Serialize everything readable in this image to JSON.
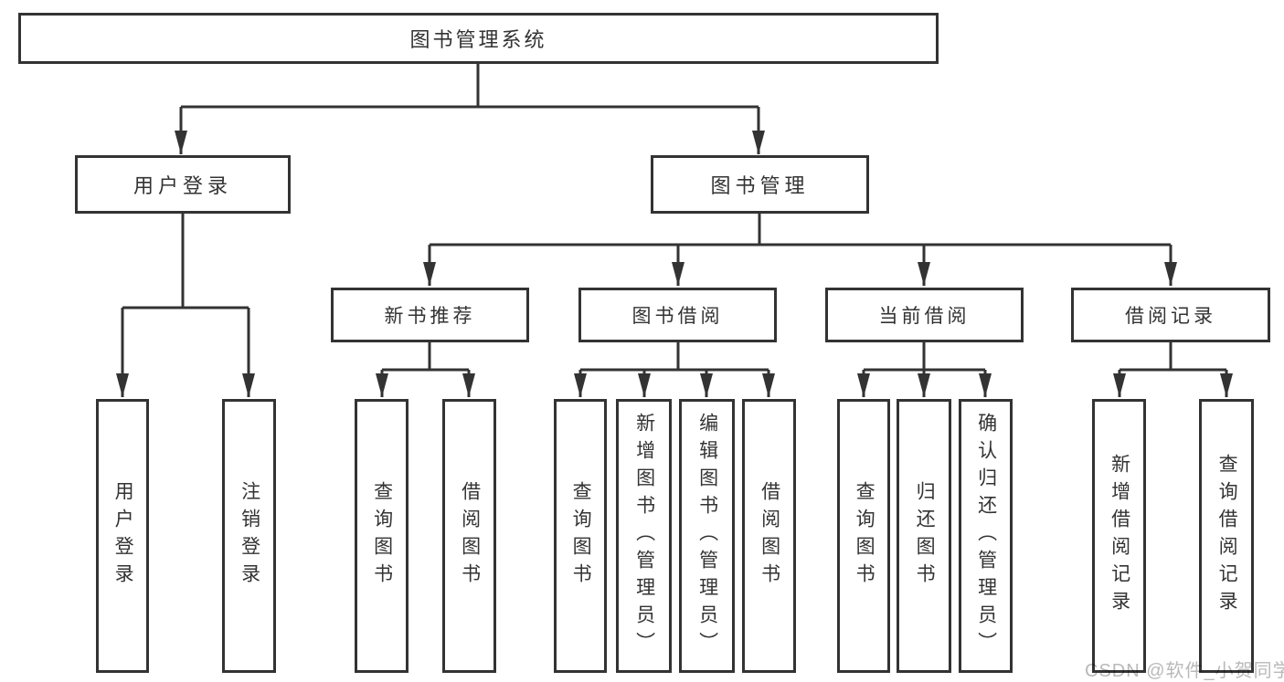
{
  "diagram_title": "图书管理系统",
  "tree": {
    "root": {
      "label": "图书管理系统",
      "children": [
        {
          "label": "用户登录",
          "children": [
            {
              "label": "用户登录"
            },
            {
              "label": "注销登录"
            }
          ]
        },
        {
          "label": "图书管理",
          "children": [
            {
              "label": "新书推荐",
              "children": [
                {
                  "label": "查询图书"
                },
                {
                  "label": "借阅图书"
                }
              ]
            },
            {
              "label": "图书借阅",
              "children": [
                {
                  "label": "查询图书"
                },
                {
                  "label": "新增图书（管理员）"
                },
                {
                  "label": "编辑图书（管理员）"
                },
                {
                  "label": "借阅图书"
                }
              ]
            },
            {
              "label": "当前借阅",
              "children": [
                {
                  "label": "查询图书"
                },
                {
                  "label": "归还图书"
                },
                {
                  "label": "确认归还（管理员）"
                }
              ]
            },
            {
              "label": "借阅记录",
              "children": [
                {
                  "label": "新增借阅记录"
                },
                {
                  "label": "查询借阅记录"
                }
              ]
            }
          ]
        }
      ]
    }
  },
  "watermark": {
    "text": "CSDN @软件_小贺同学"
  },
  "colors": {
    "line": "#333333",
    "text": "#333333",
    "background": "#ffffff",
    "watermark": "#b9b9b9"
  }
}
